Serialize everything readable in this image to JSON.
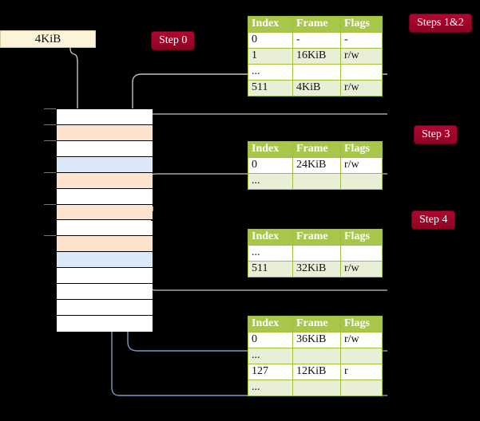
{
  "diagram": {
    "title_request": "4KiB",
    "steps": {
      "step0": "Step 0",
      "steps12": "Steps 1&2",
      "step3": "Step 3",
      "step4": "Step 4"
    },
    "colors": {
      "background": "#000000",
      "request_box_fill": "#fdf3d8",
      "pill_fill": "#a8072c",
      "table_header_fill": "#a8c64a",
      "table_alt_row_fill": "#e9eed7",
      "highlight_fill": "#ffff99",
      "memory_used_fill": "#fde3cd",
      "memory_alloc_fill": "#dbe8f7",
      "memory_free_fill": "#ffffff",
      "connector_gray": "#bfbfbf",
      "connector_blue": "#7a9cc6"
    }
  },
  "memory_column": {
    "name": "physical-memory",
    "rows": [
      {
        "state": "free"
      },
      {
        "state": "used"
      },
      {
        "state": "free"
      },
      {
        "state": "alloc"
      },
      {
        "state": "used"
      },
      {
        "state": "free"
      },
      {
        "state": "used"
      },
      {
        "state": "free"
      },
      {
        "state": "used"
      },
      {
        "state": "alloc"
      },
      {
        "state": "free"
      },
      {
        "state": "free"
      },
      {
        "state": "free"
      },
      {
        "state": "free"
      }
    ],
    "tick_rows": [
      0,
      1,
      2,
      4,
      6,
      8
    ]
  },
  "tables": [
    {
      "id": "table1",
      "name": "level-4-page-table",
      "headers": [
        "Index",
        "Frame",
        "Flags"
      ],
      "rows": [
        {
          "style": "plain",
          "highlight": false,
          "cells": [
            "0",
            "-",
            "-"
          ]
        },
        {
          "style": "alt",
          "highlight": false,
          "cells": [
            "1",
            "16KiB",
            "r/w"
          ]
        },
        {
          "style": "plain",
          "highlight": false,
          "cells": [
            "...",
            "",
            ""
          ]
        },
        {
          "style": "alt",
          "highlight": true,
          "cells": [
            "511",
            "4KiB",
            "r/w"
          ]
        }
      ]
    },
    {
      "id": "table2",
      "name": "level-3-page-table",
      "headers": [
        "Index",
        "Frame",
        "Flags"
      ],
      "rows": [
        {
          "style": "plain",
          "highlight": false,
          "cells": [
            "0",
            "24KiB",
            "r/w"
          ]
        },
        {
          "style": "alt",
          "highlight": false,
          "cells": [
            "...",
            "",
            ""
          ]
        }
      ]
    },
    {
      "id": "table3",
      "name": "level-2-page-table",
      "headers": [
        "Index",
        "Frame",
        "Flags"
      ],
      "rows": [
        {
          "style": "plain",
          "highlight": false,
          "cells": [
            "...",
            "",
            ""
          ]
        },
        {
          "style": "alt",
          "highlight": false,
          "cells": [
            "511",
            "32KiB",
            "r/w"
          ]
        }
      ]
    },
    {
      "id": "table4",
      "name": "level-1-page-table",
      "headers": [
        "Index",
        "Frame",
        "Flags"
      ],
      "rows": [
        {
          "style": "plain",
          "highlight": false,
          "cells": [
            "0",
            "36KiB",
            "r/w"
          ]
        },
        {
          "style": "alt",
          "highlight": false,
          "cells": [
            "...",
            "",
            ""
          ]
        },
        {
          "style": "plain",
          "highlight": false,
          "cells": [
            "127",
            "12KiB",
            "r"
          ]
        },
        {
          "style": "alt",
          "highlight": false,
          "cells": [
            "...",
            "",
            ""
          ]
        }
      ]
    }
  ]
}
